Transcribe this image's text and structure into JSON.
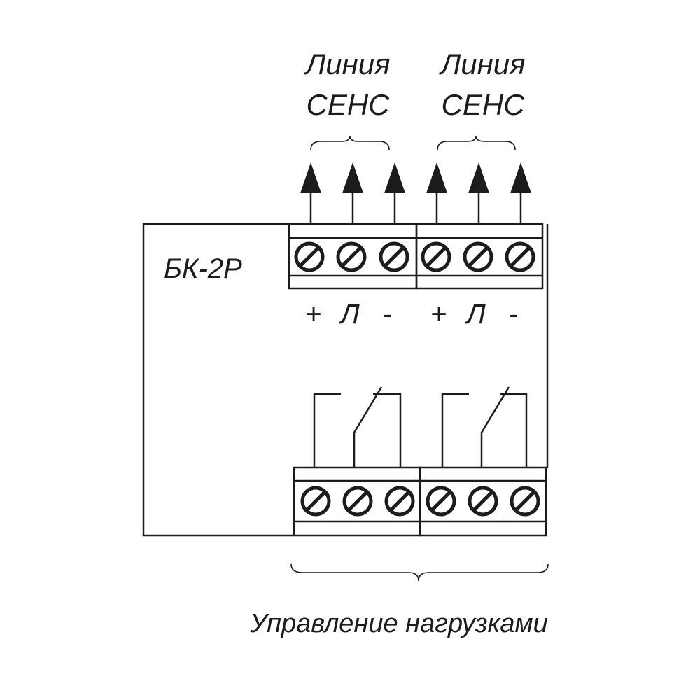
{
  "diagram": {
    "device_name": "БК-2Р",
    "sens_lines": [
      {
        "line1": "Линия",
        "line2": "СЕНС"
      },
      {
        "line1": "Линия",
        "line2": "СЕНС"
      }
    ],
    "polarity": [
      {
        "plus": "+",
        "line": "Л",
        "minus": "-"
      },
      {
        "plus": "+",
        "line": "Л",
        "minus": "-"
      }
    ],
    "bottom_label": "Управление нагрузками",
    "colors": {
      "stroke": "#1c1c1c",
      "background": "#ffffff"
    }
  }
}
